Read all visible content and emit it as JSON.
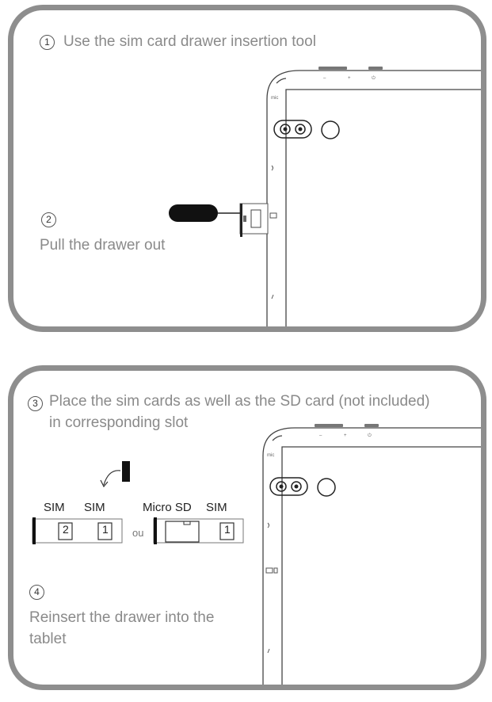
{
  "panel1": {
    "step1": {
      "number": "1",
      "text": "Use the sim card drawer insertion tool"
    },
    "step2": {
      "number": "2",
      "text": "Pull the drawer out"
    }
  },
  "panel2": {
    "step3": {
      "number": "3",
      "line1": "Place the sim cards as well as the SD card (not included)",
      "line2": "in corresponding slot"
    },
    "step4": {
      "number": "4",
      "line1": "Reinsert the drawer into the",
      "line2": "tablet"
    },
    "tray1": {
      "label_left": "SIM",
      "label_right": "SIM",
      "slot_left": "2",
      "slot_right": "1"
    },
    "separator": "ou",
    "tray2": {
      "label_left": "Micro SD",
      "label_right": "SIM",
      "slot_right": "1"
    }
  }
}
